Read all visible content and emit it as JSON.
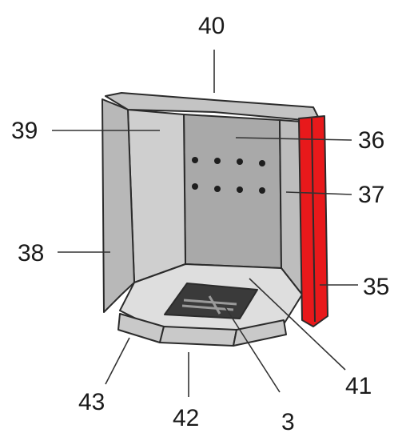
{
  "figure": {
    "kind": "exploded parts diagram",
    "part_numbers": [
      "40",
      "39",
      "36",
      "37",
      "38",
      "35",
      "41",
      "43",
      "42",
      "3"
    ],
    "highlighted_part": "35",
    "highlight_color": "#e8191b",
    "panel_color": "#c9c9c9",
    "panel_dark_color": "#a9a9a9",
    "outline_color": "#2b2b2b"
  }
}
